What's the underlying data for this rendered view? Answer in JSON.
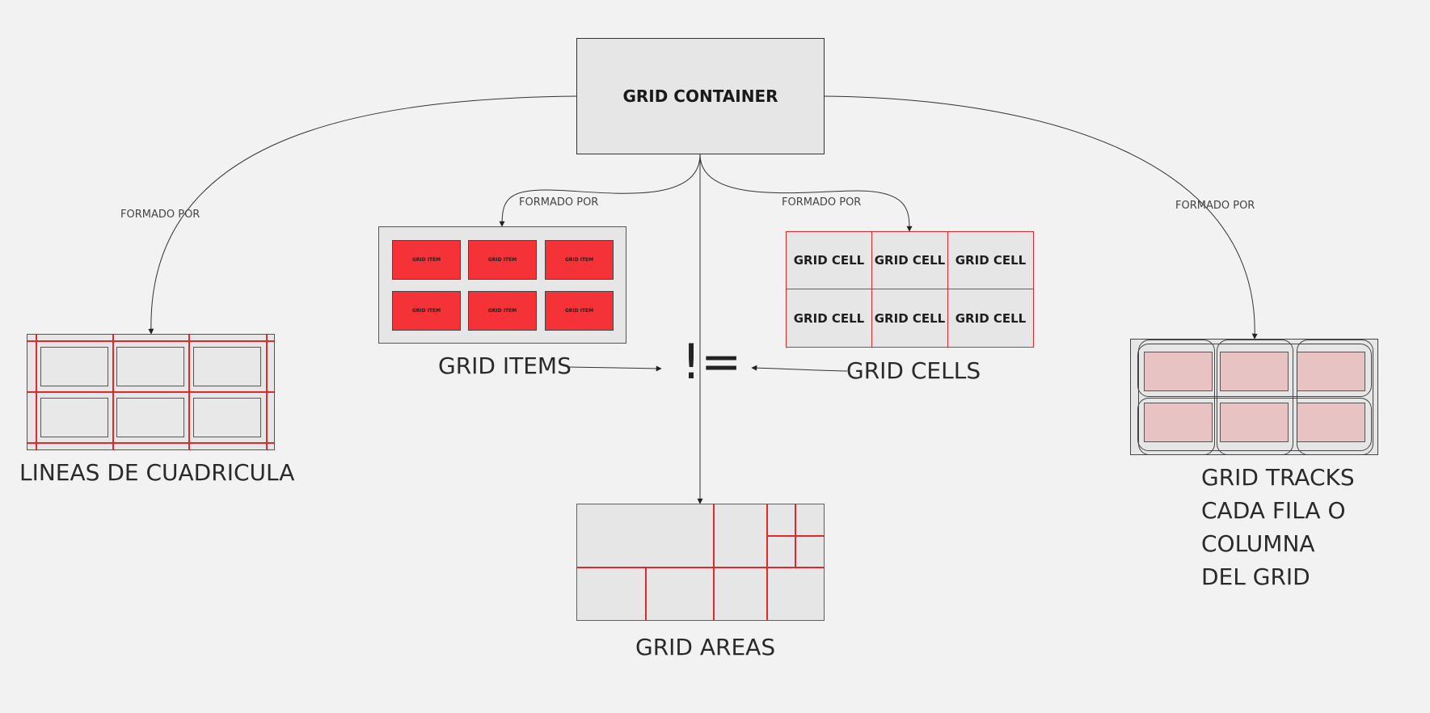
{
  "container": {
    "label": "GRID CONTAINER"
  },
  "edges": {
    "formed_by": "FORMADO POR"
  },
  "lines": {
    "caption": "LINEAS DE CUADRICULA"
  },
  "items": {
    "caption": "GRID ITEMS",
    "item_label": "GRID ITEM",
    "count": 6
  },
  "cells": {
    "caption": "GRID CELLS",
    "cell_label": "GRID CELL",
    "count": 6
  },
  "areas": {
    "caption": "GRID AREAS"
  },
  "tracks": {
    "caption_lines": [
      "GRID TRACKS",
      "CADA FILA O",
      "COLUMNA",
      "DEL GRID"
    ]
  },
  "comparison": {
    "symbol": "!="
  },
  "colors": {
    "accent_red": "#e0282d",
    "item_red": "#f53237",
    "track_pink": "#e8c3c3",
    "box_gray": "#e6e6e6",
    "background": "#f2f2f2"
  }
}
